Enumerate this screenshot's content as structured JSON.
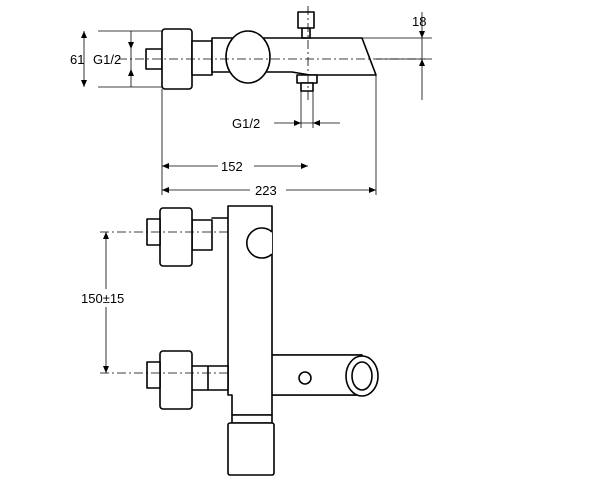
{
  "dimensions": {
    "height_61": "61",
    "thread_left": "G1/2",
    "offset_18": "18",
    "thread_bottom": "G1/2",
    "length_152": "152",
    "length_223": "223",
    "spacing": "150±15"
  }
}
